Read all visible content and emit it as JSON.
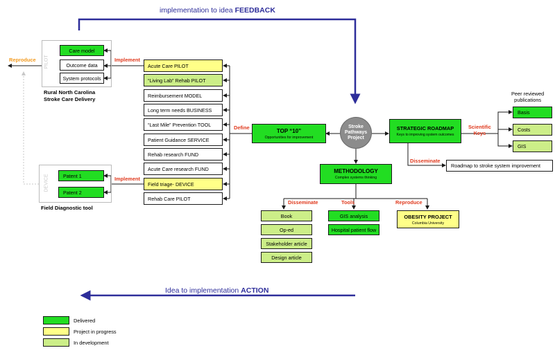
{
  "feedback": {
    "prefix": "implementation to idea ",
    "emph": "FEEDBACK"
  },
  "action": {
    "prefix": "Idea to implementation ",
    "emph": "ACTION"
  },
  "pilot": {
    "vertical_label": "PILOT",
    "items": [
      "Care model",
      "Outcome data",
      "System protocols"
    ],
    "caption_line1": "Rural North Carolina",
    "caption_line2": "Stroke Care Delivery"
  },
  "device": {
    "vertical_label": "DEVICE",
    "items": [
      "Patent 1",
      "Patent 2"
    ],
    "caption": "Field Diagnostic tool"
  },
  "labels": {
    "reproduce_left": "Reproduce",
    "implement_top": "Implement",
    "implement_bottom": "Implement",
    "define": "Define",
    "scientific_line1": "Scientific",
    "scientific_line2": "Keys",
    "disseminate_right": "Disseminate",
    "disseminate_bottom": "Disseminate",
    "tools": "Tools",
    "reproduce_bottom": "Reproduce"
  },
  "projects": [
    "Acute Care PILOT",
    "“Living Lab” Rehab PILOT",
    "Reimbursement MODEL",
    "Long term needs BUSINESS",
    "“Last Mile” Prevention  TOOL",
    "Patient Guidance SERVICE",
    "Rehab research FUND",
    "Acute Care research FUND",
    "Field triage- DEVICE",
    "Rehab Care PILOT"
  ],
  "top10": {
    "title": "TOP “10”",
    "subtitle": "Opportunities for improvement"
  },
  "center": {
    "line1": "Stroke",
    "line2": "Pathways",
    "line3": "Project"
  },
  "roadmap": {
    "title": "STRATEGIC ROADMAP",
    "subtitle": "Keys to improving system outcomes"
  },
  "methodology": {
    "title": "METHODOLOGY",
    "subtitle": "Complex systems thinking"
  },
  "peer": {
    "line1": "Peer reviewed",
    "line2": "publications",
    "items": [
      "Basis",
      "Costs",
      "GIS"
    ]
  },
  "roadmap_output": "Roadmap to stroke system improvement",
  "disseminate_items": [
    "Book",
    "Op-ed",
    "Stakeholder article",
    "Design  article"
  ],
  "tools_items": [
    "GIS analysis",
    "Hospital patient flow"
  ],
  "obesity": {
    "title": "OBESITY PROJECT",
    "subtitle": "Columbia University"
  },
  "legend": [
    {
      "label": "Delivered",
      "color": "#22dd22"
    },
    {
      "label": "Project in progress",
      "color": "#ffff88"
    },
    {
      "label": "In development",
      "color": "#ccee88"
    }
  ],
  "colors": {
    "delivered": "#22dd22",
    "in_progress": "#ffff88",
    "in_development": "#ccee88",
    "arrow_blue": "#2d2d9a",
    "label_red": "#e03a1e",
    "label_orange": "#f29a1f",
    "hub_gray": "#8c8c8c"
  }
}
